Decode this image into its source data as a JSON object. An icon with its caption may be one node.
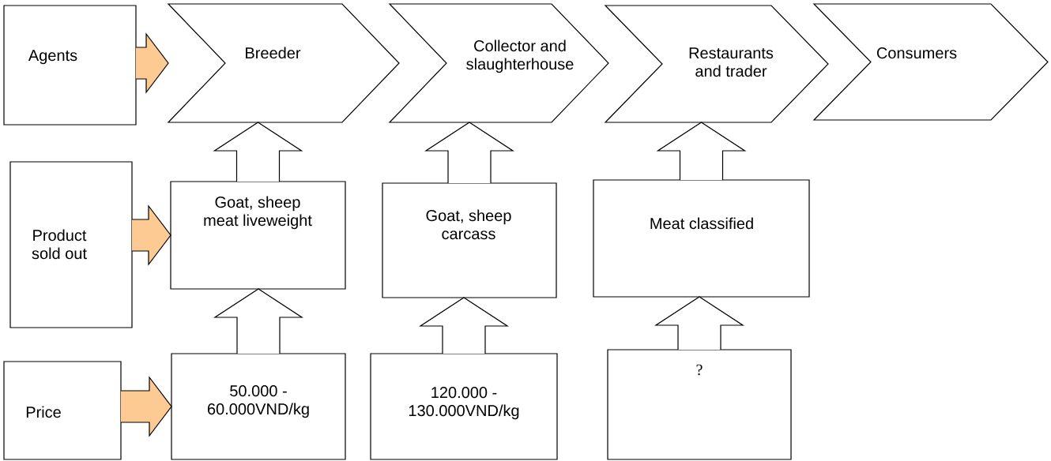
{
  "diagram": {
    "nodes": [
      {
        "text": [
          "Agents"
        ]
      },
      {
        "text": [
          "Breeder"
        ]
      },
      {
        "text": [
          "Collector and slaughterhouse"
        ]
      },
      {
        "text": [
          "Restaurants and trader"
        ]
      },
      {
        "text": [
          "Consumers"
        ]
      },
      {
        "text": [
          "Product sold out"
        ]
      },
      {
        "text": [
          "Goat, sheep meat liveweight"
        ]
      },
      {
        "text": [
          "Goat, sheep carcass"
        ]
      },
      {
        "text": [
          "Meat classified"
        ]
      },
      {
        "text": [
          "Price"
        ]
      },
      {
        "text": [
          "50.000 - 60.000VND/kg"
        ]
      },
      {
        "text": [
          "120.000 - 130.000VND/kg"
        ]
      },
      {
        "text": [
          "?"
        ]
      }
    ],
    "edges": [
      {
        "from": 0,
        "to": 1,
        "arrow": "to",
        "color": "#fdca93"
      },
      {
        "from": 5,
        "to": 6,
        "arrow": "to",
        "color": "#fdca93"
      },
      {
        "from": 9,
        "to": 10,
        "arrow": "to",
        "color": "#fdca93"
      },
      {
        "from": 6,
        "to": 1,
        "arrow": "to"
      },
      {
        "from": 7,
        "to": 2,
        "arrow": "to"
      },
      {
        "from": 8,
        "to": 3,
        "arrow": "to"
      },
      {
        "from": 10,
        "to": 6,
        "arrow": "to"
      },
      {
        "from": 11,
        "to": 7,
        "arrow": "to"
      },
      {
        "from": 12,
        "to": 8,
        "arrow": "to"
      }
    ]
  }
}
